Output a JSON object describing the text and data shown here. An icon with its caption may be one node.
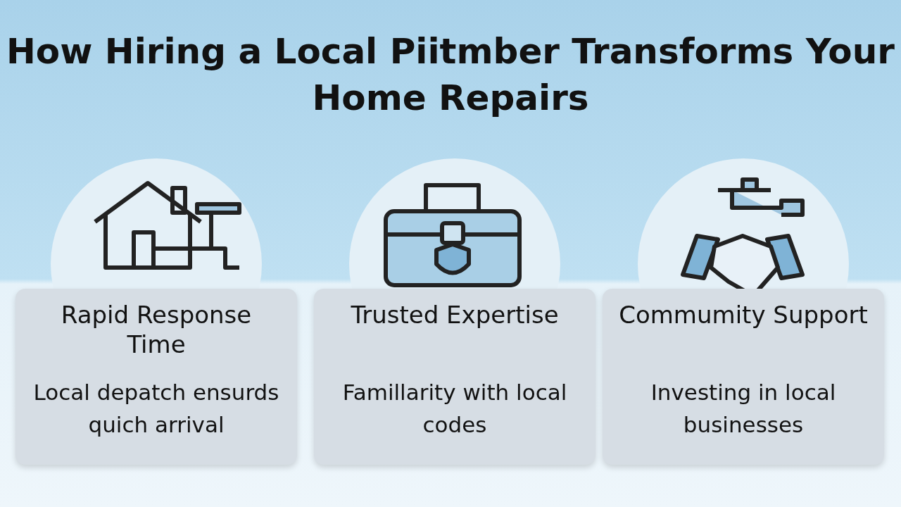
{
  "diagram": {
    "title": "How Hiring a Local Piitmber Transforms Your Home Repairs",
    "nodes": [
      {
        "text": [
          "Rapid Response Time",
          "Local depatch ensurds quich arrival"
        ]
      },
      {
        "text": [
          "Trusted Expertise",
          "Famillarity with local codes"
        ]
      },
      {
        "text": [
          "Commumity Support",
          "Investing in local businesses"
        ]
      }
    ]
  }
}
